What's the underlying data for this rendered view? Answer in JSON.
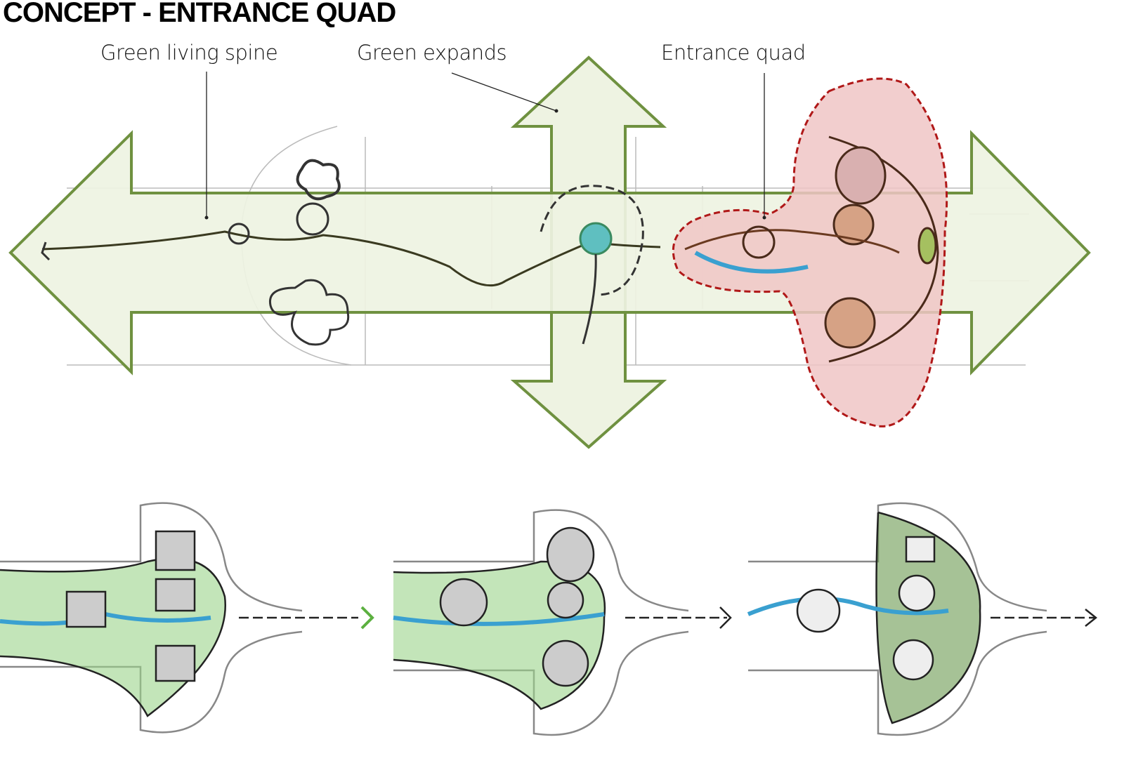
{
  "title": "CONCEPT - ENTRANCE QUAD",
  "labels": {
    "spine": "Green living spine",
    "expands": "Green expands",
    "quad": "Entrance quad"
  },
  "colors": {
    "arrow_fill": "#eef3e2",
    "arrow_stroke": "#6f9140",
    "quad_fill": "#f0c6c6",
    "quad_stroke": "#b01818",
    "water": "#3aa0d0",
    "green": "#5cb040",
    "brown": "#b0602a"
  }
}
